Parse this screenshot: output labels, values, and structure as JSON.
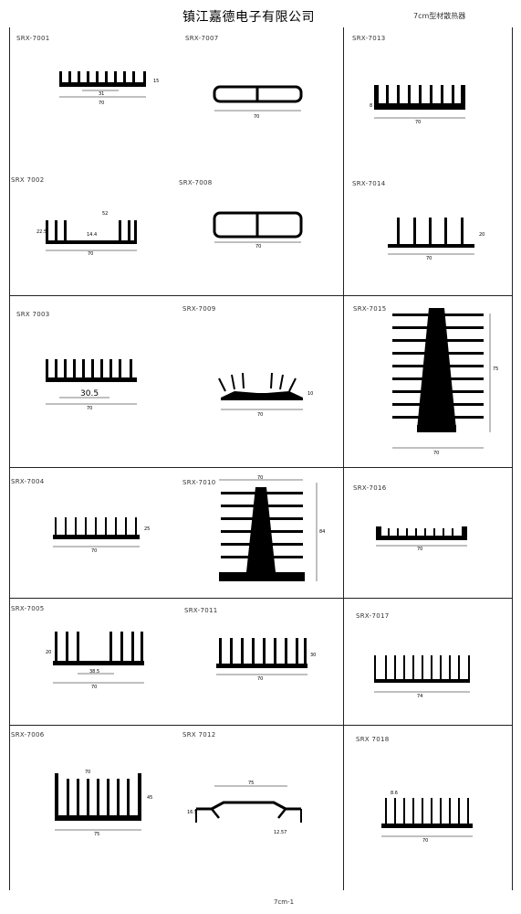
{
  "header": {
    "company": "镇江嘉德电子有限公司",
    "catalog": "7cm型材散热器"
  },
  "footer": {
    "page": "7cm-1"
  },
  "profiles": [
    {
      "code": "SRX-7001",
      "dims": [
        "31",
        "70",
        "15"
      ]
    },
    {
      "code": "SRX-7007",
      "dims": [
        "70"
      ]
    },
    {
      "code": "SRX-7013",
      "dims": [
        "70",
        "8"
      ]
    },
    {
      "code": "SRX 7002",
      "dims": [
        "52",
        "14.4",
        "70",
        "22.5"
      ]
    },
    {
      "code": "SRX-7008",
      "dims": [
        "70"
      ]
    },
    {
      "code": "SRX-7014",
      "dims": [
        "70",
        "20"
      ]
    },
    {
      "code": "SRX 7003",
      "dims": [
        "30.5",
        "70"
      ]
    },
    {
      "code": "SRX-7009",
      "dims": [
        "70",
        "10"
      ]
    },
    {
      "code": "SRX-7015",
      "dims": [
        "70",
        "75"
      ]
    },
    {
      "code": "SRX-7004",
      "dims": [
        "70",
        "25"
      ]
    },
    {
      "code": "SRX-7010",
      "dims": [
        "70",
        "84"
      ]
    },
    {
      "code": "SRX-7016",
      "dims": [
        "70"
      ]
    },
    {
      "code": "SRX-7005",
      "dims": [
        "38.5",
        "70",
        "20"
      ]
    },
    {
      "code": "SRX-7011",
      "dims": [
        "70",
        "30"
      ]
    },
    {
      "code": "SRX-7017",
      "dims": [
        "74"
      ]
    },
    {
      "code": "SRX-7006",
      "dims": [
        "75",
        "70",
        "45"
      ]
    },
    {
      "code": "SRX 7012",
      "dims": [
        "75",
        "16.5",
        "12.57"
      ]
    },
    {
      "code": "SRX 7018",
      "dims": [
        "8.6",
        "70"
      ]
    }
  ]
}
